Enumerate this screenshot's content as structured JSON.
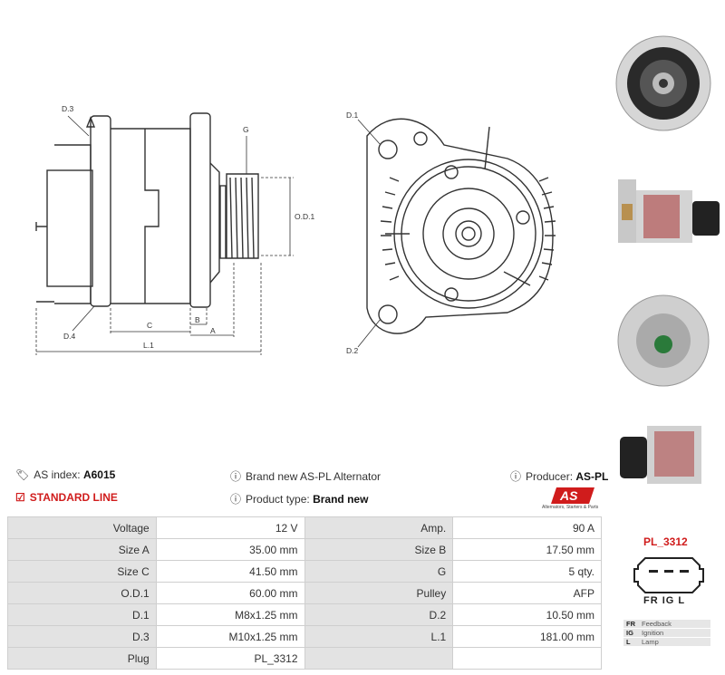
{
  "drawing": {
    "labels": {
      "d3": "D.3",
      "d4": "D.4",
      "g": "G",
      "od1": "O.D.1",
      "c": "C",
      "b": "B",
      "a": "A",
      "l1": "L.1",
      "d1": "D.1",
      "d2": "D.2"
    }
  },
  "info": {
    "index_label": "AS index:",
    "index_value": "A6015",
    "line_label": "STANDARD LINE",
    "description": "Brand new AS-PL Alternator",
    "product_type_label": "Product type:",
    "product_type_value": "Brand new",
    "producer_label": "Producer:",
    "producer_value": "AS-PL"
  },
  "logo": {
    "text": "AS",
    "tagline": "Alternators, Starters & Parts"
  },
  "specs": [
    [
      "Voltage",
      "12 V",
      "Amp.",
      "90 A"
    ],
    [
      "Size A",
      "35.00 mm",
      "Size B",
      "17.50 mm"
    ],
    [
      "Size C",
      "41.50 mm",
      "G",
      "5 qty."
    ],
    [
      "O.D.1",
      "60.00 mm",
      "Pulley",
      "AFP"
    ],
    [
      "D.1",
      "M8x1.25 mm",
      "D.2",
      "10.50 mm"
    ],
    [
      "D.3",
      "M10x1.25 mm",
      "L.1",
      "181.00 mm"
    ],
    [
      "Plug",
      "PL_3312",
      "",
      ""
    ]
  ],
  "plug": {
    "title": "PL_3312",
    "pins": "FR IG L",
    "legend": [
      {
        "k": "FR",
        "v": "Feedback"
      },
      {
        "k": "IG",
        "v": "Ignition"
      },
      {
        "k": "L",
        "v": "Lamp"
      }
    ]
  },
  "colors": {
    "accent": "#d01c1c",
    "label_bg": "#e3e3e3",
    "line": "#333333"
  }
}
